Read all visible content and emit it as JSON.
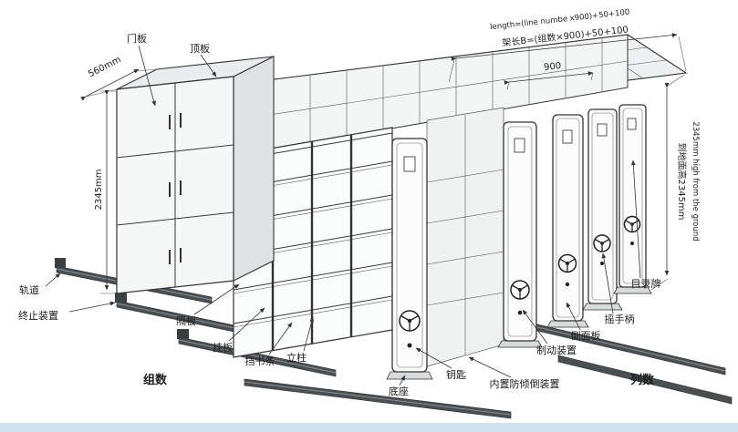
{
  "diagram": {
    "dims": {
      "depth": "560mm",
      "height_left": "2345mm",
      "length_formula_en": "length=(line numbe x900)+50+100",
      "length_formula_cn": "架长B=(组数×900)+50+100",
      "bay_length": "900",
      "height_right_cn": "到地面高2345mm",
      "height_right_en": "2345mm high from the ground"
    },
    "labels": {
      "door_panel": "门板",
      "top_panel": "顶板",
      "rail": "轨道",
      "end_stop_device": "终止装置",
      "shelf_board": "隔板",
      "hanging_board": "挂板",
      "book_stop_strip": "挡书条",
      "upright_column": "立柱",
      "group_count": "组数",
      "base": "底座",
      "key": "钥匙",
      "anti_tip_device": "内置防倾倒装置",
      "brake_device": "制动装置",
      "side_panel": "侧面板",
      "crank_handle": "摇手柄",
      "catalog_plate": "目录牌",
      "column_count": "列数"
    },
    "colors": {
      "line": "#2f2f2f",
      "face_light": "#f6f7f7",
      "face_mid": "#e9eded",
      "face_dark": "#dfe3e3",
      "rail_dark": "#4a4f52",
      "bottom_strip": "#cfe3ee"
    }
  }
}
